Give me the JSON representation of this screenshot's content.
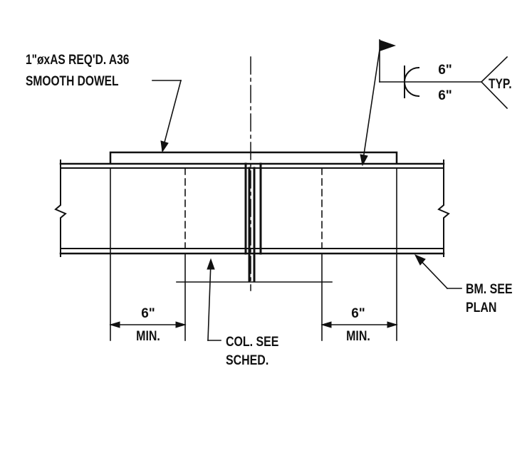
{
  "drawing": {
    "colors": {
      "ink": "#111111",
      "background": "#ffffff"
    },
    "labels": {
      "dowel_line1": "1\"øxAS REQ'D. A36",
      "dowel_line2": "SMOOTH DOWEL",
      "weld_top": "6\"",
      "weld_bottom": "6\"",
      "typ": "TYP.",
      "dim_left_value": "6\"",
      "dim_left_min": "MIN.",
      "dim_right_value": "6\"",
      "dim_right_min": "MIN.",
      "col_line1": "COL. SEE",
      "col_line2": "SCHED.",
      "bm_line1": "BM. SEE",
      "bm_line2": "PLAN"
    },
    "icons": {
      "weld_flag": "flag-icon",
      "break_symbol": "break-line-icon"
    }
  }
}
